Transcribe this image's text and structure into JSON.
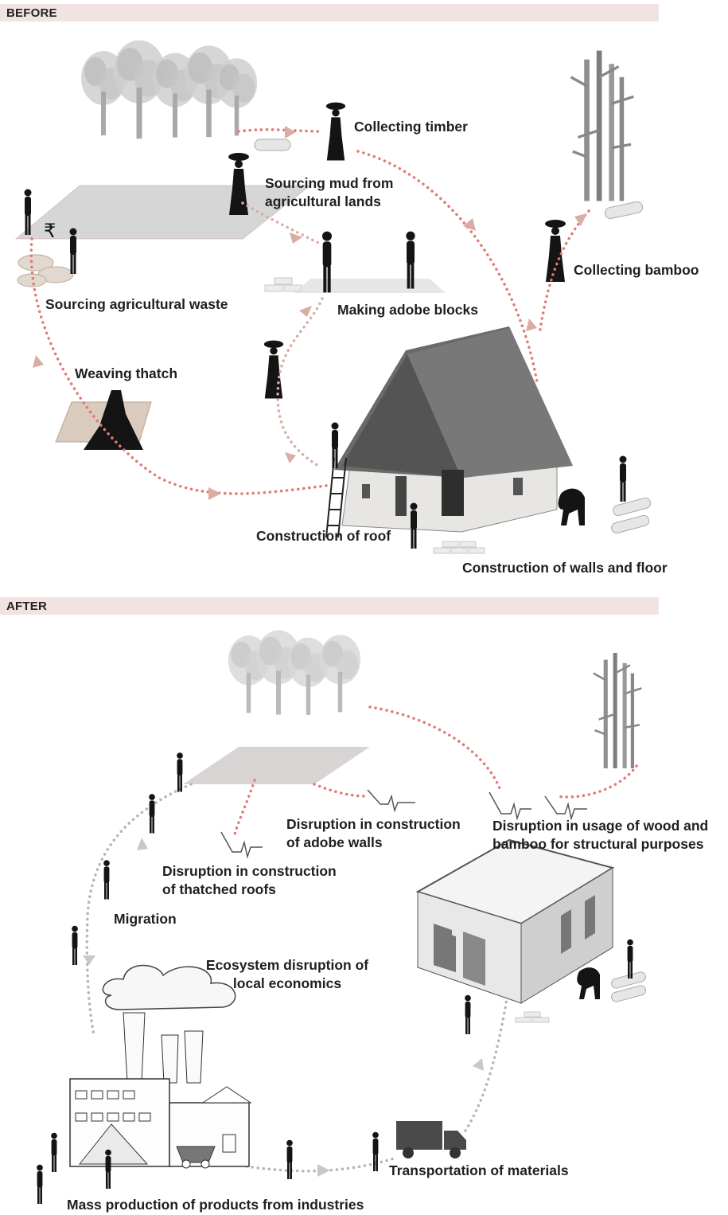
{
  "sections": {
    "before": {
      "title": "BEFORE",
      "currency_symbol": "₹",
      "labels": {
        "collecting_timber": "Collecting timber",
        "sourcing_mud_1": "Sourcing mud from",
        "sourcing_mud_2": "agricultural lands",
        "collecting_bamboo": "Collecting bamboo",
        "sourcing_agri_waste": "Sourcing agricultural waste",
        "making_adobe": "Making adobe blocks",
        "weaving_thatch": "Weaving thatch",
        "construction_roof": "Construction of roof",
        "construction_walls": "Construction of walls and floor"
      }
    },
    "after": {
      "title": "AFTER",
      "labels": {
        "disruption_adobe_1": "Disruption in construction",
        "disruption_adobe_2": "of adobe walls",
        "disruption_wood_1": "Disruption in usage of wood and",
        "disruption_wood_2": "bamboo for structural purposes",
        "disruption_thatch_1": "Disruption in construction",
        "disruption_thatch_2": "of thatched roofs",
        "migration": "Migration",
        "ecosystem_1": "Ecosystem disruption of",
        "ecosystem_2": "local economics",
        "transportation": "Transportation of materials",
        "mass_production": "Mass production of products from industries"
      }
    }
  },
  "colors": {
    "band": "#f2e3e3",
    "dotted_red": "#e07a72",
    "dotted_grey": "#b5b5b5",
    "arrow": "#d9aca4",
    "silhouette": "#141414",
    "tree": "#bdbdbd"
  }
}
